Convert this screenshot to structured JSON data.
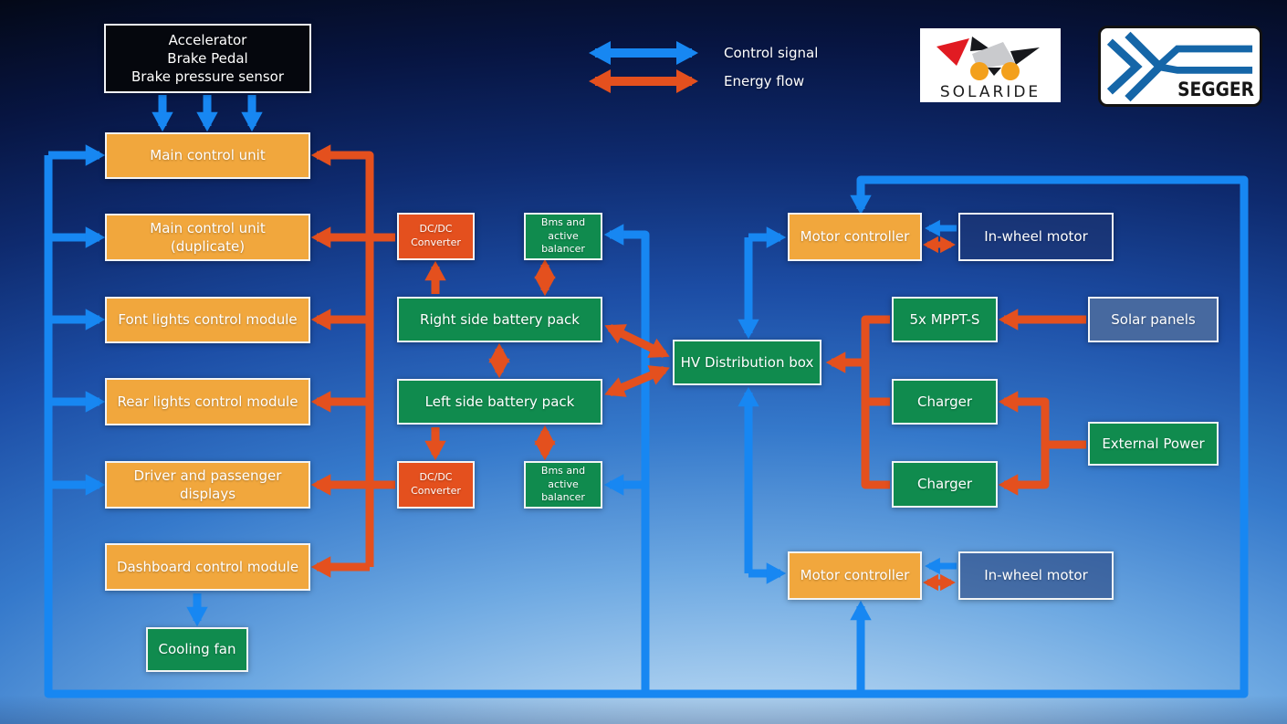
{
  "legend": {
    "control_signal": "Control signal",
    "energy_flow": "Energy flow"
  },
  "logos": {
    "solaride": "SOLARIDE",
    "segger": "SEGGER"
  },
  "colors": {
    "control_blue": "#1787f2",
    "energy_red": "#e4501e",
    "module_orange": "#f1a73d",
    "device_green": "#108b4e",
    "solar_panel_blue": "#47699f"
  },
  "nodes": {
    "sensors": "Accelerator\nBrake Pedal\nBrake pressure sensor",
    "main_control_unit": "Main control unit",
    "main_control_unit_duplicate": "Main control unit\n(duplicate)",
    "front_lights": "Font lights control module",
    "rear_lights": "Rear lights control module",
    "displays": "Driver and passenger\ndisplays",
    "dashboard": "Dashboard control module",
    "cooling_fan": "Cooling fan",
    "dcdc_top": "DC/DC\nConverter",
    "dcdc_bottom": "DC/DC\nConverter",
    "bms_top": "Bms and active\nbalancer",
    "bms_bottom": "Bms and active\nbalancer",
    "battery_right": "Right side battery pack",
    "battery_left": "Left side battery pack",
    "hv_box": "HV Distribution box",
    "motor_controller_top": "Motor controller",
    "motor_controller_bottom": "Motor controller",
    "in_wheel_top": "In-wheel motor",
    "in_wheel_bottom": "In-wheel motor",
    "mppt": "5x MPPT-S",
    "solar_panels": "Solar panels",
    "charger_top": "Charger",
    "charger_bottom": "Charger",
    "external_power": "External Power"
  }
}
